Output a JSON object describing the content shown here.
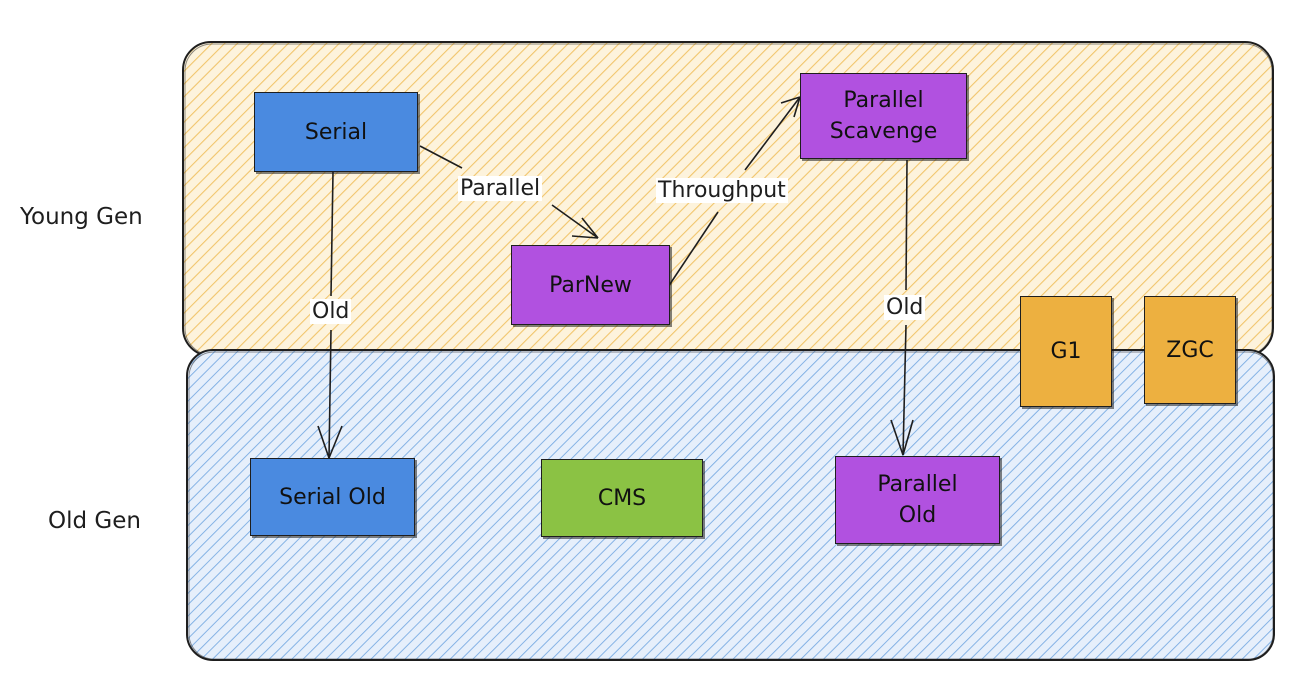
{
  "regions": {
    "young": {
      "label": "Young Gen",
      "fill": "#f5d48a",
      "hatch": "#f0c060"
    },
    "old": {
      "label": "Old Gen",
      "fill": "#c5daf3",
      "hatch": "#6ea4e0"
    }
  },
  "nodes": {
    "serial": {
      "label": "Serial",
      "color": "#4a8ae0"
    },
    "parnew": {
      "label": "ParNew",
      "color": "#b151e0"
    },
    "parallel_scavenge": {
      "label": "Parallel\nScavenge",
      "color": "#b151e0"
    },
    "serial_old": {
      "label": "Serial Old",
      "color": "#4a8ae0"
    },
    "cms": {
      "label": "CMS",
      "color": "#8bc244"
    },
    "parallel_old": {
      "label": "Parallel\nOld",
      "color": "#b151e0"
    },
    "g1": {
      "label": "G1",
      "color": "#edb040"
    },
    "zgc": {
      "label": "ZGC",
      "color": "#edb040"
    }
  },
  "edges": {
    "serial_parnew": {
      "label": "Parallel"
    },
    "parnew_scavenge": {
      "label": "Throughput"
    },
    "serial_serialold": {
      "label": "Old"
    },
    "scavenge_parold": {
      "label": "Old"
    }
  }
}
